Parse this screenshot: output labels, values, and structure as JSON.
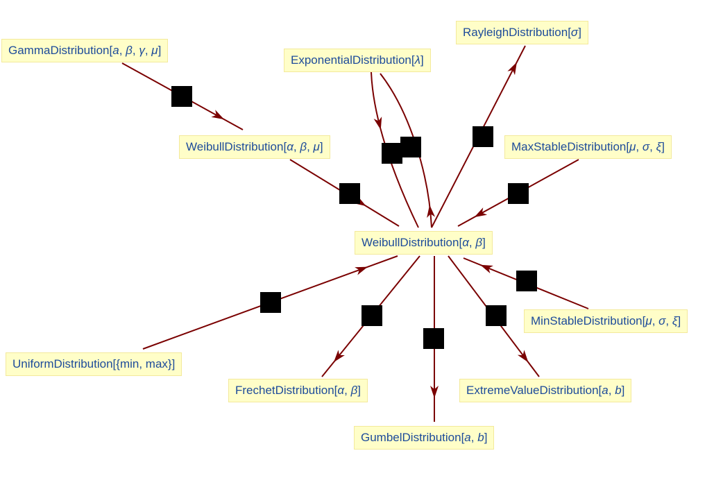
{
  "colors": {
    "edge": "#7a0000",
    "node_fill": "#fffec8",
    "node_border": "#f3e99b",
    "node_text": "#1d4b9a",
    "edge_label": "#000000"
  },
  "nodes": {
    "gamma": {
      "name": "GammaDistribution",
      "params": [
        "a",
        "β",
        "γ",
        "μ"
      ]
    },
    "weibull3": {
      "name": "WeibullDistribution",
      "params": [
        "α",
        "β",
        "μ"
      ]
    },
    "exponential": {
      "name": "ExponentialDistribution",
      "params": [
        "λ"
      ]
    },
    "rayleigh": {
      "name": "RayleighDistribution",
      "params": [
        "σ"
      ]
    },
    "maxstable": {
      "name": "MaxStableDistribution",
      "params": [
        "μ",
        "σ",
        "ξ"
      ]
    },
    "weibull2": {
      "name": "WeibullDistribution",
      "params": [
        "α",
        "β"
      ]
    },
    "minstable": {
      "name": "MinStableDistribution",
      "params": [
        "μ",
        "σ",
        "ξ"
      ]
    },
    "uniform": {
      "name": "UniformDistribution",
      "params_text": "[{min, max}]"
    },
    "frechet": {
      "name": "FrechetDistribution",
      "params": [
        "α",
        "β"
      ]
    },
    "gumbel": {
      "name": "GumbelDistribution",
      "params": [
        "a",
        "b"
      ]
    },
    "extreme": {
      "name": "ExtremeValueDistribution",
      "params": [
        "a",
        "b"
      ]
    }
  },
  "edges": [
    {
      "from": "gamma",
      "to": "weibull3"
    },
    {
      "from": "weibull3",
      "to": "weibull2"
    },
    {
      "from": "exponential",
      "to": "weibull2"
    },
    {
      "from": "weibull2",
      "to": "exponential"
    },
    {
      "from": "weibull2",
      "to": "rayleigh"
    },
    {
      "from": "maxstable",
      "to": "weibull2"
    },
    {
      "from": "minstable",
      "to": "weibull2"
    },
    {
      "from": "uniform",
      "to": "weibull2"
    },
    {
      "from": "weibull2",
      "to": "frechet"
    },
    {
      "from": "weibull2",
      "to": "gumbel"
    },
    {
      "from": "weibull2",
      "to": "extreme"
    }
  ]
}
